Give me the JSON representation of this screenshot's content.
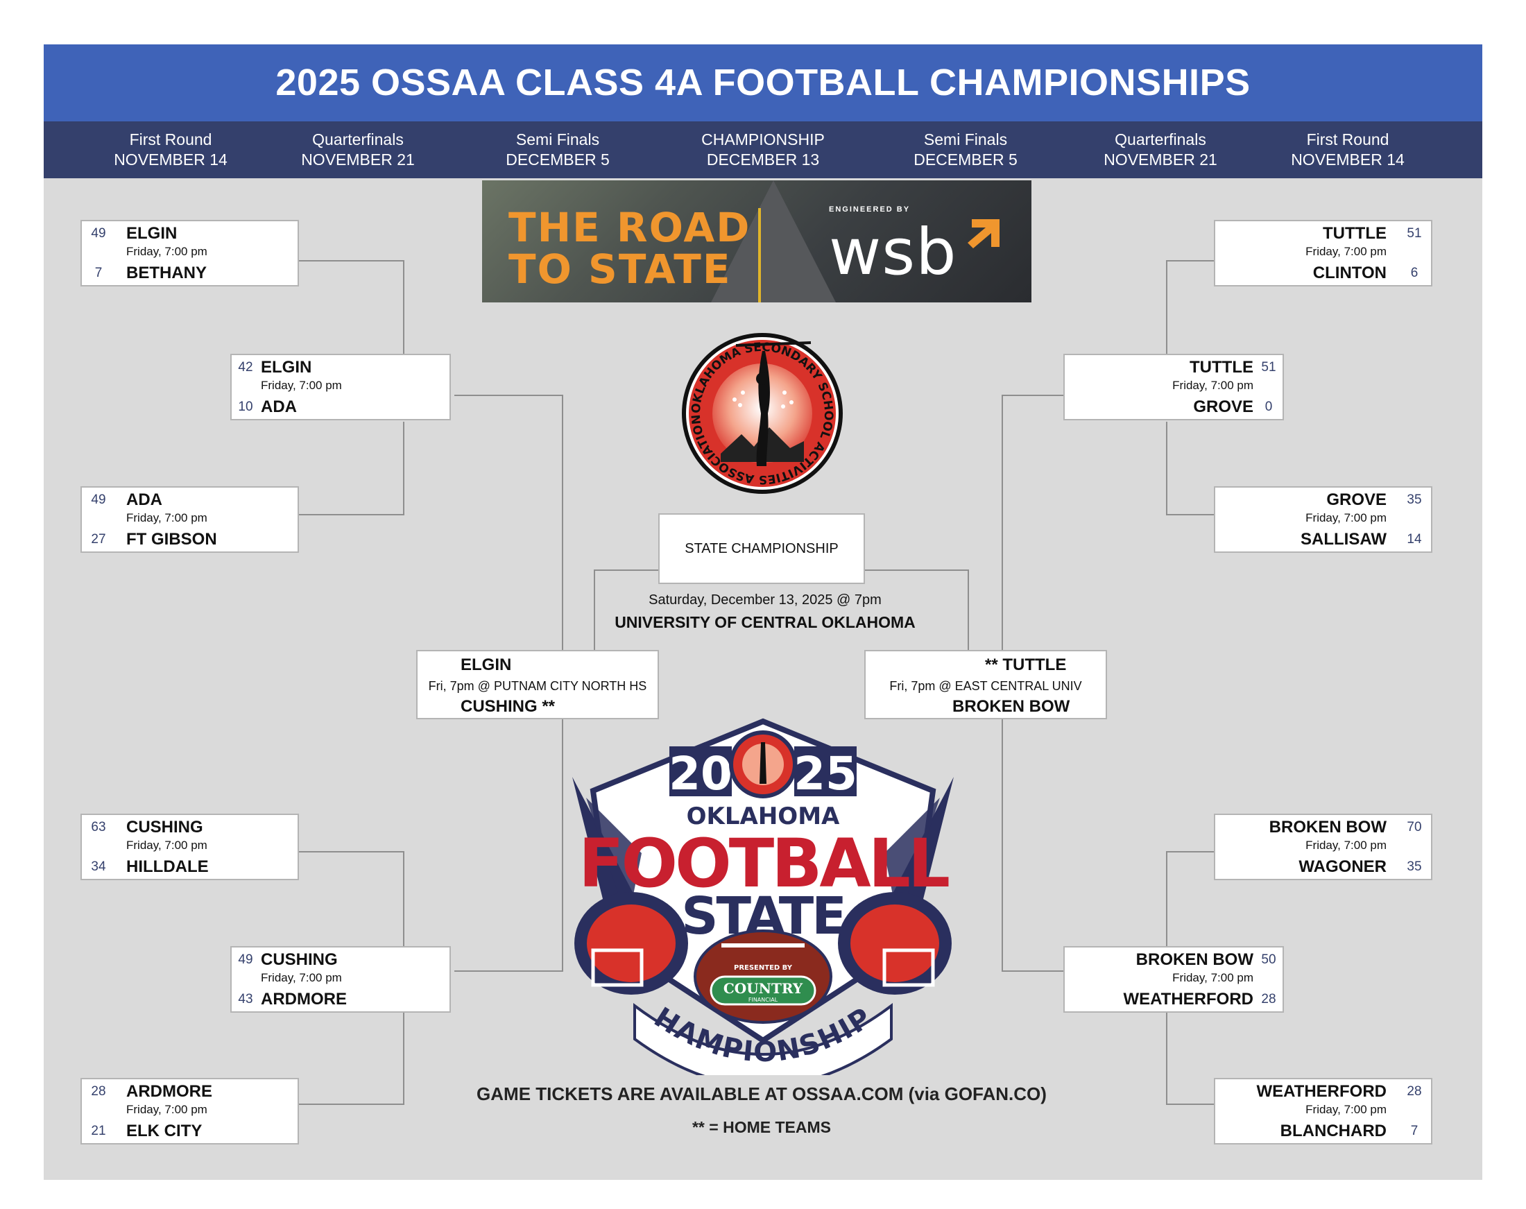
{
  "title": "2025 OSSAA CLASS 4A FOOTBALL CHAMPIONSHIPS",
  "header": [
    {
      "round": "First Round",
      "date": "NOVEMBER 14"
    },
    {
      "round": "Quarterfinals",
      "date": "NOVEMBER 21"
    },
    {
      "round": "Semi Finals",
      "date": "DECEMBER 5"
    },
    {
      "round": "CHAMPIONSHIP",
      "date": "DECEMBER 13"
    },
    {
      "round": "Semi Finals",
      "date": "DECEMBER 5"
    },
    {
      "round": "Quarterfinals",
      "date": "NOVEMBER 21"
    },
    {
      "round": "First Round",
      "date": "NOVEMBER 14"
    }
  ],
  "banner": {
    "line1": "THE ROAD",
    "line2": "TO STATE",
    "engineered": "ENGINEERED BY",
    "brand": "wsb"
  },
  "left": {
    "r1": [
      {
        "t1": "ELGIN",
        "s1": "49",
        "t2": "BETHANY",
        "s2": "7",
        "info": "Friday, 7:00 pm"
      },
      {
        "t1": "ADA",
        "s1": "49",
        "t2": "FT GIBSON",
        "s2": "27",
        "info": "Friday, 7:00 pm"
      },
      {
        "t1": "CUSHING",
        "s1": "63",
        "t2": "HILLDALE",
        "s2": "34",
        "info": "Friday, 7:00 pm"
      },
      {
        "t1": "ARDMORE",
        "s1": "28",
        "t2": "ELK CITY",
        "s2": "21",
        "info": "Friday, 7:00 pm"
      }
    ],
    "qf": [
      {
        "t1": "ELGIN",
        "s1": "42",
        "t2": "ADA",
        "s2": "10",
        "info": "Friday, 7:00 pm"
      },
      {
        "t1": "CUSHING",
        "s1": "49",
        "t2": "ARDMORE",
        "s2": "43",
        "info": "Friday, 7:00 pm"
      }
    ],
    "sf": {
      "t1": "ELGIN",
      "t2": "CUSHING **",
      "info": "Fri, 7pm @ PUTNAM CITY NORTH HS"
    }
  },
  "right": {
    "r1": [
      {
        "t1": "TUTTLE",
        "s1": "51",
        "t2": "CLINTON",
        "s2": "6",
        "info": "Friday, 7:00 pm"
      },
      {
        "t1": "GROVE",
        "s1": "35",
        "t2": "SALLISAW",
        "s2": "14",
        "info": "Friday, 7:00 pm"
      },
      {
        "t1": "BROKEN BOW",
        "s1": "70",
        "t2": "WAGONER",
        "s2": "35",
        "info": "Friday, 7:00 pm"
      },
      {
        "t1": "WEATHERFORD",
        "s1": "28",
        "t2": "BLANCHARD",
        "s2": "7",
        "info": "Friday, 7:00 pm"
      }
    ],
    "qf": [
      {
        "t1": "TUTTLE",
        "s1": "51",
        "t2": "GROVE",
        "s2": "0",
        "info": "Friday, 7:00 pm"
      },
      {
        "t1": "BROKEN BOW",
        "s1": "50",
        "t2": "WEATHERFORD",
        "s2": "28",
        "info": "Friday, 7:00 pm"
      }
    ],
    "sf": {
      "t1": "** TUTTLE",
      "t2": "BROKEN BOW",
      "info": "Fri, 7pm @ EAST CENTRAL UNIV"
    }
  },
  "championship": {
    "label": "STATE CHAMPIONSHIP",
    "date": "Saturday, December 13, 2025 @ 7pm",
    "venue": "UNIVERSITY OF CENTRAL OKLAHOMA"
  },
  "seal": {
    "text": "OKLAHOMA SECONDARY SCHOOL ACTIVITIES ASSOCIATION"
  },
  "state_logo": {
    "year_left": "20",
    "year_right": "25",
    "state": "OKLAHOMA",
    "line1": "FOOTBALL",
    "line2": "STATE",
    "presented": "PRESENTED BY",
    "sponsor": "COUNTRY",
    "sponsor_sub": "FINANCIAL",
    "arc": "CHAMPIONSHIPS"
  },
  "footer": {
    "tickets": "GAME TICKETS ARE AVAILABLE AT OSSAA.COM (via GOFAN.CO)",
    "home_note": "** = HOME TEAMS"
  },
  "colors": {
    "title_bar": "#3f63b8",
    "header_bar": "#34406c",
    "background": "#dadada",
    "banner_text": "#f0962e",
    "logo_red": "#c8202f",
    "logo_navy": "#2a2f5e"
  }
}
